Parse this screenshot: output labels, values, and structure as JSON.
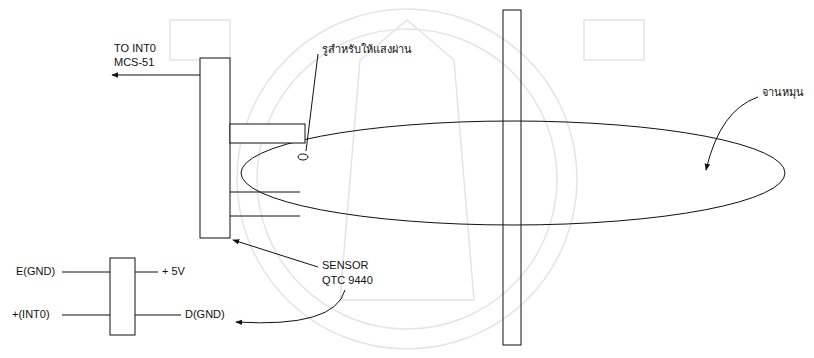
{
  "diagram": {
    "labels": [
      "รูสำหรับให้แสงผ่าน",
      "จานหมุน",
      "TO INT0",
      "MCS-51",
      "SENSOR",
      "QTC 9440",
      "E(GND)",
      "+(INT0)",
      "+ 5V",
      "D(GND)"
    ]
  }
}
